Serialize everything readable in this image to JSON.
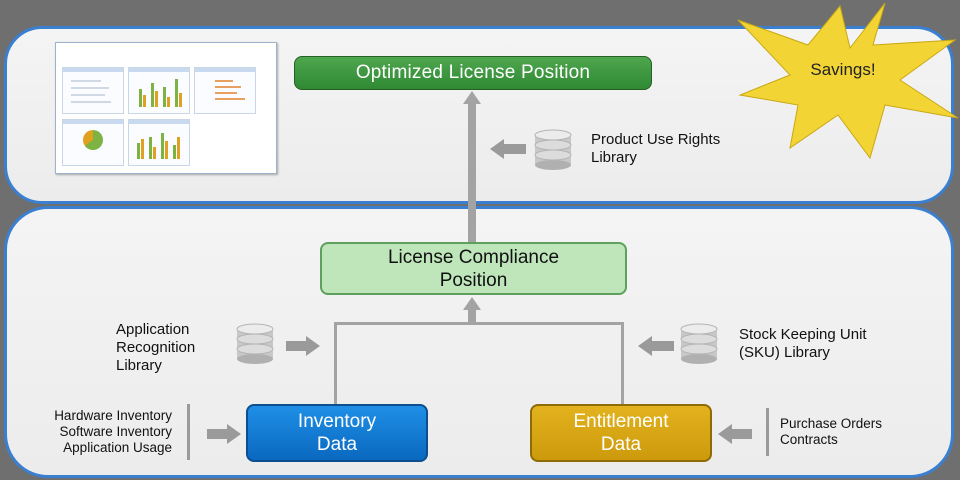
{
  "boxes": {
    "optimized": "Optimized License Position",
    "compliance": [
      "License Compliance",
      "Position"
    ],
    "inventory": [
      "Inventory",
      "Data"
    ],
    "entitlement": [
      "Entitlement",
      "Data"
    ]
  },
  "libraries": {
    "product_use_rights": [
      "Product Use Rights",
      "Library"
    ],
    "application_recognition": [
      "Application",
      "Recognition",
      "Library"
    ],
    "sku": [
      "Stock Keeping Unit",
      "(SKU) Library"
    ]
  },
  "inputs": {
    "inventory_sources": [
      "Hardware Inventory",
      "Software Inventory",
      "Application Usage"
    ],
    "entitlement_sources": [
      "Purchase Orders",
      "Contracts"
    ]
  },
  "savings": "Savings!",
  "colors": {
    "panel_border": "#3a7fd0",
    "optimized": "#3a9a3e",
    "compliance": "#bfe6bb",
    "inventory": "#1a7fd6",
    "entitlement": "#d9a616",
    "starburst": "#f2d535"
  },
  "icons": [
    "database-icon",
    "arrow-left-icon",
    "arrow-right-icon",
    "arrow-up-icon",
    "starburst-icon"
  ]
}
